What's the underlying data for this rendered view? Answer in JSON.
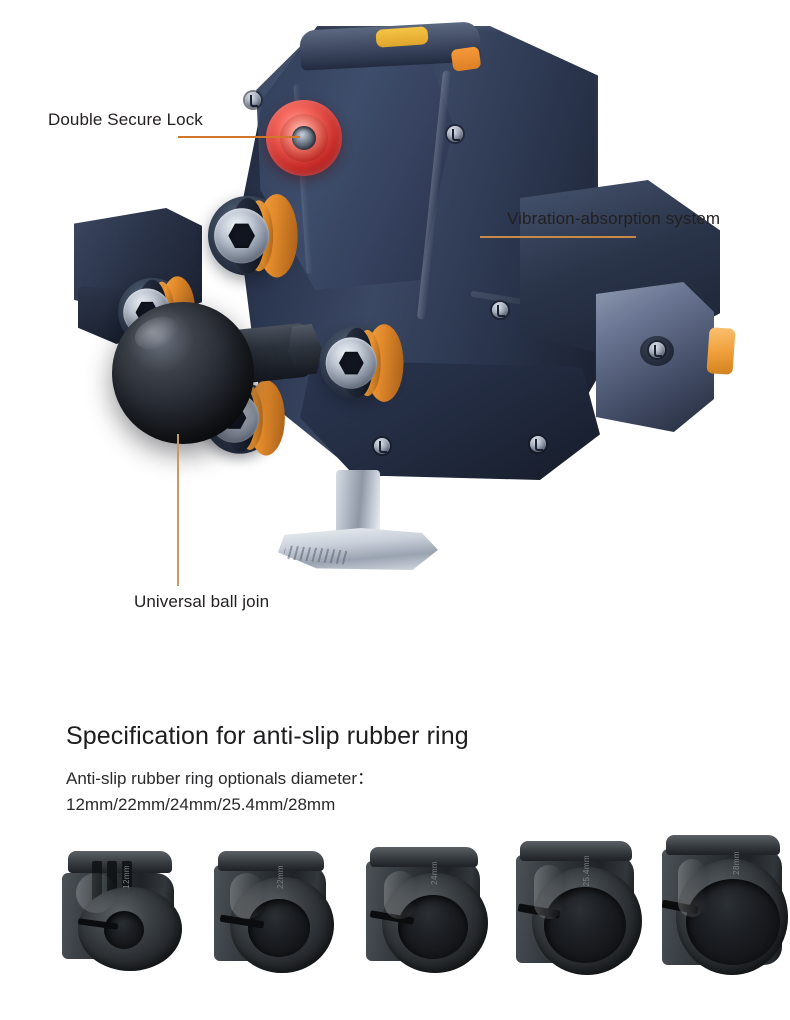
{
  "hero": {
    "callouts": [
      {
        "id": "double-secure-lock",
        "label": "Double Secure Lock"
      },
      {
        "id": "vibration-absorption-system",
        "label": "Vibration-absorption system"
      },
      {
        "id": "universal-ball-join",
        "label": "Universal ball join"
      }
    ],
    "product_parts": {
      "red_knob": "double-secure-lock-knob",
      "ball_joint": "universal-ball-joint",
      "dampers": "vibration-absorption-dampers",
      "foot": "mount-pedestal-foot"
    }
  },
  "spec": {
    "heading": "Specification for anti-slip rubber ring",
    "subtitle_line1": "Anti-slip rubber ring optionals diameter：",
    "subtitle_line2": "12mm/22mm/24mm/25.4mm/28mm",
    "rings": [
      {
        "size": "12mm",
        "slotted": true
      },
      {
        "size": "22mm",
        "slotted": false
      },
      {
        "size": "24mm",
        "slotted": false
      },
      {
        "size": "25.4mm",
        "slotted": false
      },
      {
        "size": "28mm",
        "slotted": false
      }
    ]
  },
  "colors": {
    "background": "#ffffff",
    "text": "#231f20",
    "leader_orange": "#d2762a",
    "leader_tan": "#c78b49",
    "body_navy": "#2b3650",
    "accent_orange": "#f0a13c",
    "accent_yellow": "#f5c445",
    "lock_red": "#c62b28",
    "rubber_black": "#26292d",
    "metal_silver": "#c9d0da"
  }
}
